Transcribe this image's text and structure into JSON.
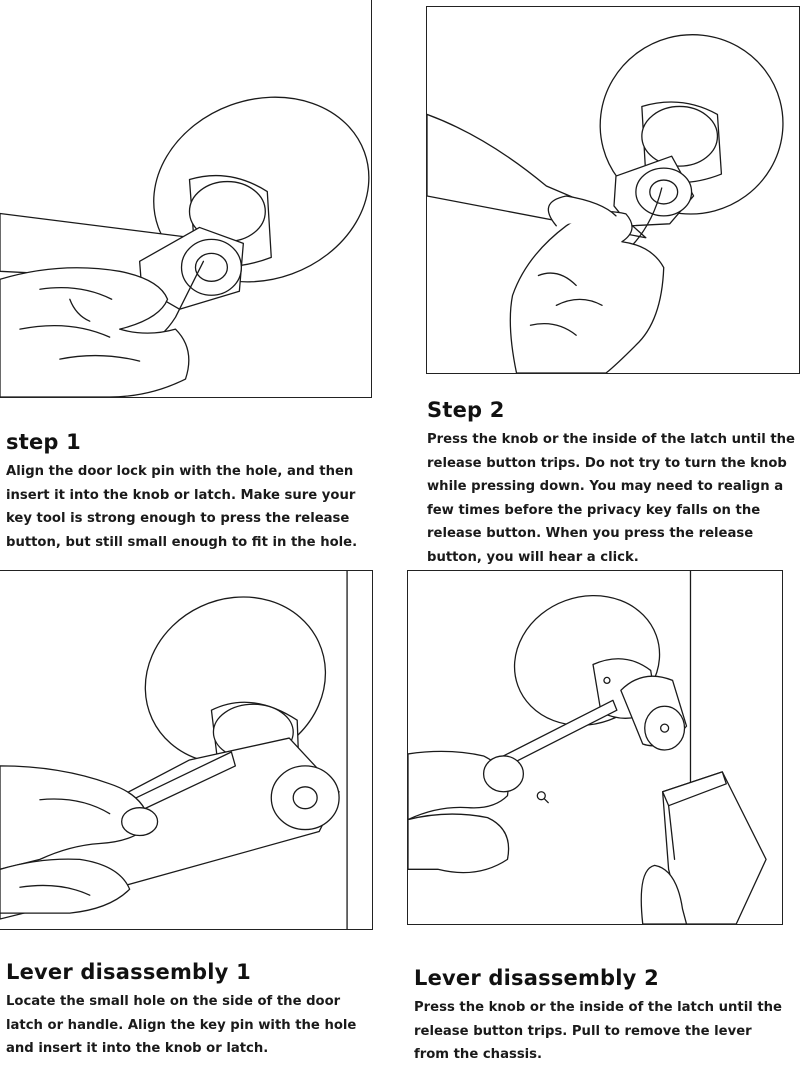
{
  "steps": [
    {
      "title": "step 1",
      "body": "Align the door lock pin with the hole, and then insert it into the knob or latch. Make sure your key tool is strong enough to press the release button, but still small enough to fit in the hole.",
      "illustration": "knob-pin-insert-illustration"
    },
    {
      "title": "Step 2",
      "body": "Press the knob or the inside of the latch until the release button trips. Do not try to turn the knob while pressing down. You may need to realign a few times before the privacy key falls on the release button. When you press the release button, you will hear a click.",
      "illustration": "knob-press-release-illustration"
    },
    {
      "title": "Lever disassembly 1",
      "body": "Locate the small hole on the side of the door latch or handle. Align the key pin with the hole and insert it into the knob or latch.",
      "illustration": "lever-pin-insert-illustration"
    },
    {
      "title": "Lever disassembly 2",
      "body": "Press the knob or the inside of the latch until the release button trips. Pull to remove the lever from the chassis.",
      "illustration": "lever-removal-illustration"
    }
  ]
}
